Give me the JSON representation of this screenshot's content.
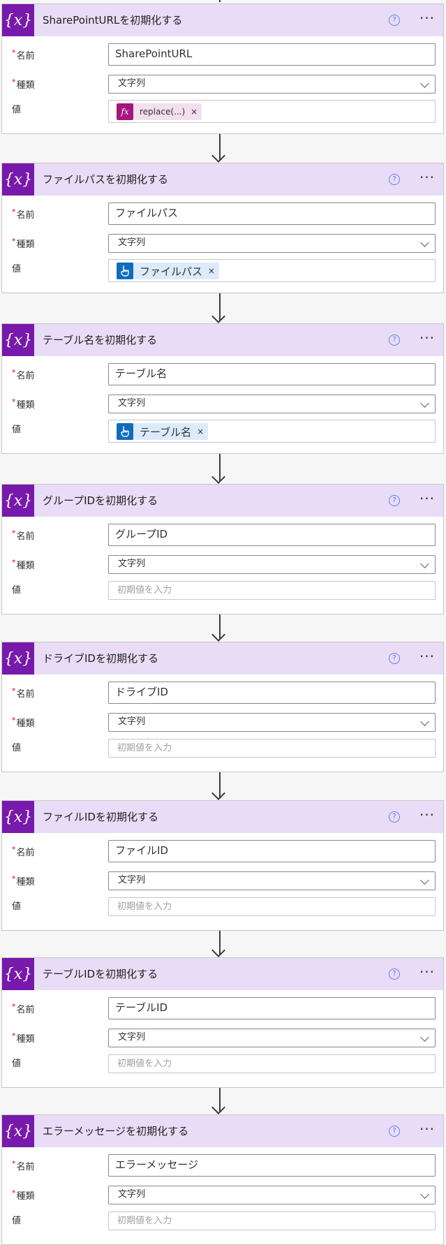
{
  "labels": {
    "name": "名前",
    "type": "種類",
    "value": "値",
    "required_mark": "*"
  },
  "icons": {
    "variable": "variable-icon",
    "help": "help-icon",
    "more": "more-options-icon",
    "chevron": "chevron-down-icon",
    "function_token": "fx-icon",
    "dynamic_content": "dynamic-content-icon",
    "remove": "remove-token-icon"
  },
  "glyphs": {
    "variable": "{x}",
    "help": "?",
    "more": "···",
    "fx": "fx",
    "remove": "×"
  },
  "colors": {
    "header_bg": "#e8dcf7",
    "variable_icon_bg": "#7719aa",
    "fx_token_bg": "#f3dff0",
    "fx_icon_bg": "#a4167c",
    "dynamic_token_bg": "#dcebfb",
    "dynamic_icon_bg": "#0f6cbd"
  },
  "cards": [
    {
      "title": "SharePointURLを初期化する",
      "name": "SharePointURL",
      "type": "文字列",
      "token": {
        "kind": "fx",
        "text": "replace(...)"
      }
    },
    {
      "title": "ファイルパスを初期化する",
      "name": "ファイルパス",
      "type": "文字列",
      "token": {
        "kind": "dyn",
        "text": "ファイルパス"
      }
    },
    {
      "title": "テーブル名を初期化する",
      "name": "テーブル名",
      "type": "文字列",
      "token": {
        "kind": "dyn",
        "text": "テーブル名"
      }
    },
    {
      "title": "グループIDを初期化する",
      "name": "グループID",
      "type": "文字列",
      "placeholder": "初期値を入力"
    },
    {
      "title": "ドライブIDを初期化する",
      "name": "ドライブID",
      "type": "文字列",
      "placeholder": "初期値を入力"
    },
    {
      "title": "ファイルIDを初期化する",
      "name": "ファイルID",
      "type": "文字列",
      "placeholder": "初期値を入力"
    },
    {
      "title": "テーブルIDを初期化する",
      "name": "テーブルID",
      "type": "文字列",
      "placeholder": "初期値を入力"
    },
    {
      "title": "エラーメッセージを初期化する",
      "name": "エラーメッセージ",
      "type": "文字列",
      "placeholder": "初期値を入力"
    }
  ]
}
